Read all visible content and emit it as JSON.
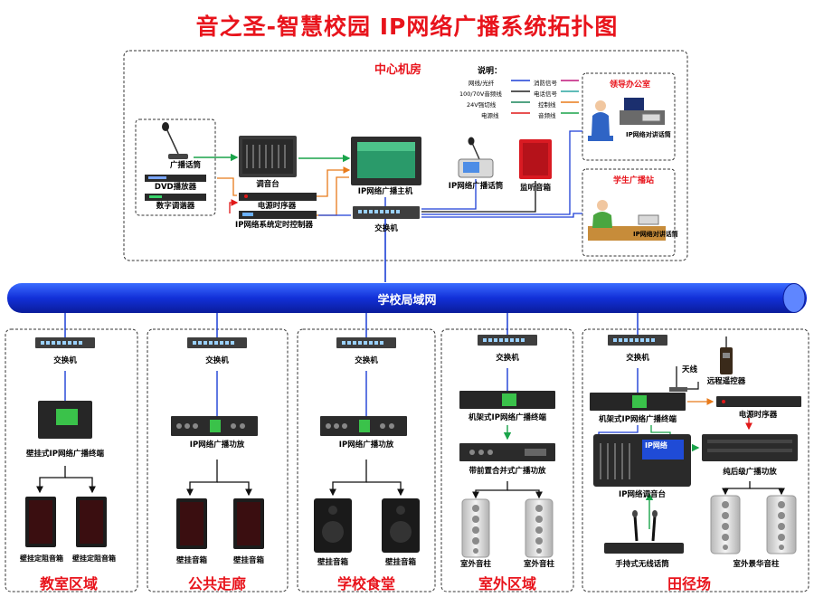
{
  "title": "音之圣-智慧校园 IP网络广播系统拓扑图",
  "center_room": {
    "title": "中心机房",
    "devices": {
      "mic": "广播话筒",
      "dvd": "DVD播放器",
      "tuner": "数字调谐器",
      "mixer": "调音台",
      "power_seq": "电源时序器",
      "timer": "IP网络系统定时控制器",
      "host": "IP网络广播主机",
      "paging_mic": "IP网络广播话筒",
      "monitor": "监听音箱",
      "switch": "交换机"
    },
    "leader_office": {
      "title": "领导办公室",
      "device": "IP网络对讲话筒"
    },
    "student_station": {
      "title": "学生广播站",
      "device": "IP网络对讲话筒"
    }
  },
  "legend": {
    "title": "说明：",
    "items": [
      {
        "label": "网线/光纤",
        "color": "#1c3fd6"
      },
      {
        "label": "消防信号",
        "color": "#c0177a"
      },
      {
        "label": "100/70V音频线",
        "color": "#222222"
      },
      {
        "label": "电话信号",
        "color": "#2aa6a0"
      },
      {
        "label": "24V强切线",
        "color": "#18865a"
      },
      {
        "label": "控制线",
        "color": "#e87a1a"
      },
      {
        "label": "电源线",
        "color": "#e01818"
      },
      {
        "label": "音频线",
        "color": "#1aa44a"
      }
    ]
  },
  "lan": {
    "label": "学校局域网"
  },
  "zones": [
    {
      "title": "教室区域",
      "switch": "交换机",
      "terminal": "壁挂式IP网络广播终端",
      "speaker1": "壁挂定阻音箱",
      "speaker2": "壁挂定阻音箱"
    },
    {
      "title": "公共走廊",
      "switch": "交换机",
      "amp": "IP网络广播功放",
      "speaker1": "壁挂音箱",
      "speaker2": "壁挂音箱"
    },
    {
      "title": "学校食堂",
      "switch": "交换机",
      "amp": "IP网络广播功放",
      "speaker1": "壁挂音箱",
      "speaker2": "壁挂音箱"
    },
    {
      "title": "室外区域",
      "switch": "交换机",
      "terminal": "机架式IP网络广播终端",
      "amp": "带前置合并式广播功放",
      "speaker1": "室外音柱",
      "speaker2": "室外音柱"
    },
    {
      "title": "田径场",
      "switch": "交换机",
      "antenna": "天线",
      "remote": "远程遥控器",
      "terminal": "机架式IP网络广播终端",
      "power_seq": "电源时序器",
      "mixer": "IP网络调音台",
      "mixer_screen": "IP网络",
      "amp": "纯后级广播功放",
      "wireless": "手持式无线话筒",
      "speaker": "室外景华音柱"
    }
  ]
}
